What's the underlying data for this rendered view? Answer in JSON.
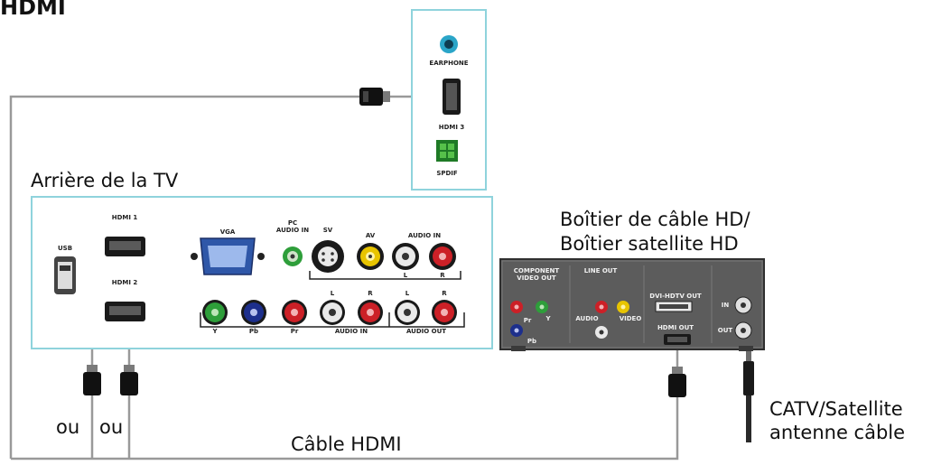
{
  "page_title": "HDMI",
  "labels": {
    "tv_back": "Arrière de la TV",
    "box_line1": "Boîtier de câble HD/",
    "box_line2": "Boîtier satellite HD",
    "catv_line1": "CATV/Satellite",
    "catv_line2": "antenne câble",
    "or_1": "ou",
    "or_2": "ou",
    "cable": "Câble HDMI"
  },
  "side_panel": {
    "earphone": "EARPHONE",
    "hdmi3": "HDMI 3",
    "spdif": "SPDIF"
  },
  "tv_panel": {
    "usb": "USB",
    "hdmi1": "HDMI 1",
    "hdmi2": "HDMI 2",
    "vga": "VGA",
    "pc_audio_in_1": "PC",
    "pc_audio_in_2": "AUDIO IN",
    "sv": "SV",
    "av": "AV",
    "audio_in_top": "AUDIO IN",
    "l_top": "L",
    "r_top": "R",
    "y": "Y",
    "pb": "Pb",
    "pr": "Pr",
    "l_mid": "L",
    "r_mid": "R",
    "audio_in_bottom": "AUDIO IN",
    "l_out": "L",
    "r_out": "R",
    "audio_out": "AUDIO OUT"
  },
  "box_panel": {
    "component_1": "COMPONENT",
    "component_2": "VIDEO OUT",
    "line_out": "LINE OUT",
    "pr": "Pr",
    "y": "Y",
    "pb": "Pb",
    "audio": "AUDIO",
    "video": "VIDEO",
    "dvi": "DVI-HDTV OUT",
    "hdmi_out": "HDMI OUT",
    "in": "IN",
    "out": "OUT"
  },
  "colors": {
    "panel_border": "#8fd3dc",
    "cable": "#999999",
    "jack_green": "#2e9e3a",
    "jack_blue": "#1d2f8c",
    "jack_red": "#cc2027",
    "jack_yellow": "#e8c400"
  }
}
